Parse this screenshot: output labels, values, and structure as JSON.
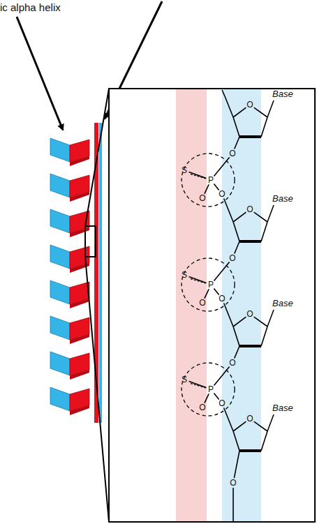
{
  "diagram": {
    "labels": [
      "ic alpha helix",
      "Base",
      "Base",
      "Base",
      "Base",
      "O",
      "O",
      "O",
      "O",
      "S",
      "P",
      "O",
      "O",
      "O",
      "S",
      "P",
      "O",
      "O",
      "O",
      "S",
      "P",
      "O",
      "O",
      "O",
      "O"
    ]
  }
}
